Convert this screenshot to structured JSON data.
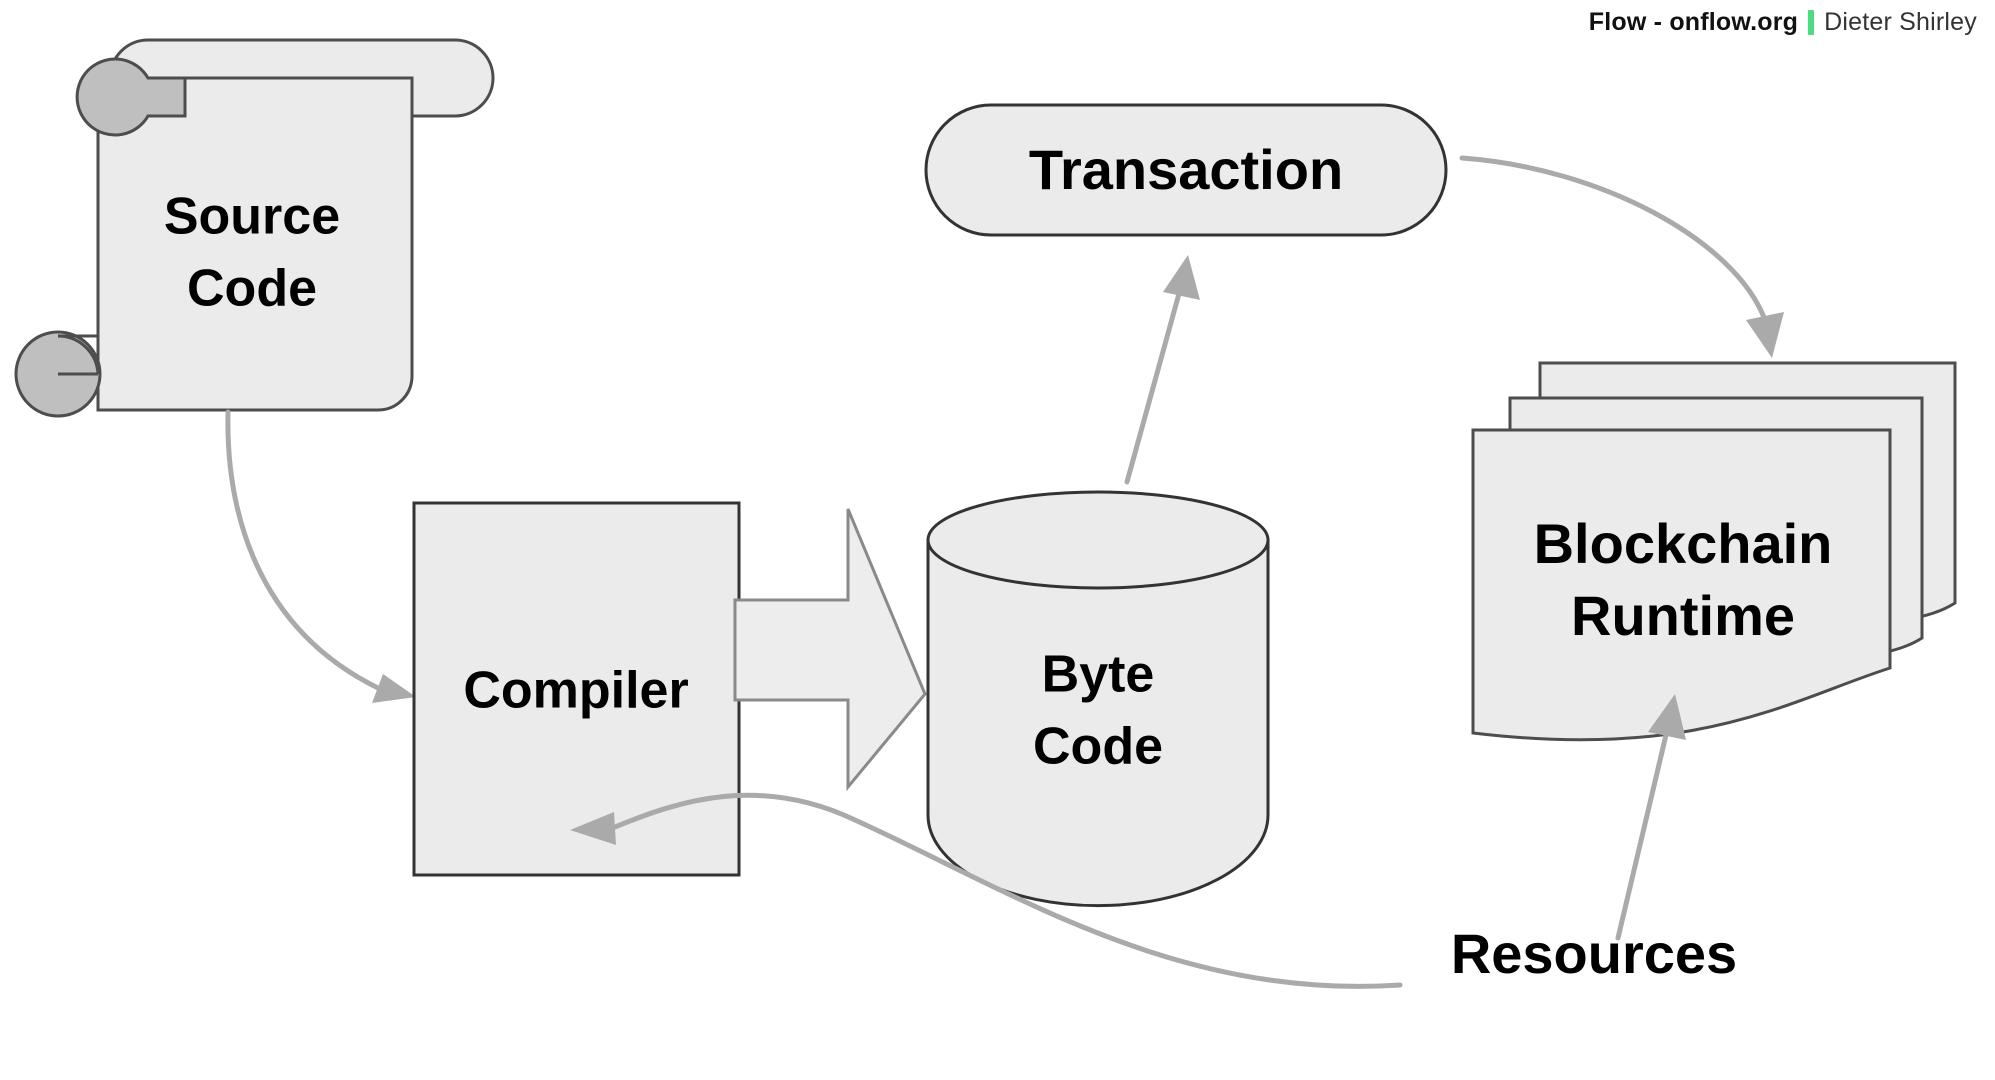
{
  "header": {
    "source_label": "Flow - onflow.org",
    "separator_icon": "green-bar-icon",
    "author_label": "Dieter Shirley"
  },
  "diagram": {
    "title": "Flow architecture flow diagram",
    "background_color": "#ffffff",
    "node_fill": "#ebebeb",
    "node_stroke": "#4d4d4d",
    "connector_color": "#aaaaaa",
    "accent_color": "#4cdd80",
    "nodes": [
      {
        "id": "source-code",
        "shape": "scroll",
        "label_line1": "Source",
        "label_line2": "Code"
      },
      {
        "id": "compiler",
        "shape": "rectangle",
        "label_line1": "Compiler",
        "label_line2": ""
      },
      {
        "id": "byte-code",
        "shape": "cylinder",
        "label_line1": "Byte",
        "label_line2": "Code"
      },
      {
        "id": "transaction",
        "shape": "stadium",
        "label_line1": "Transaction",
        "label_line2": ""
      },
      {
        "id": "blockchain-runtime",
        "shape": "stacked-documents",
        "label_line1": "Blockchain",
        "label_line2": "Runtime"
      },
      {
        "id": "resources",
        "shape": "text",
        "label_line1": "Resources",
        "label_line2": ""
      }
    ],
    "connectors": [
      {
        "id": "source-to-compiler",
        "from": "source-code",
        "to": "compiler",
        "style": "curved-arrow"
      },
      {
        "id": "compiler-to-bytecode",
        "from": "compiler",
        "to": "byte-code",
        "style": "block-arrow"
      },
      {
        "id": "bytecode-to-transaction",
        "from": "byte-code",
        "to": "transaction",
        "style": "straight-arrow"
      },
      {
        "id": "transaction-to-runtime",
        "from": "transaction",
        "to": "blockchain-runtime",
        "style": "curved-arrow"
      },
      {
        "id": "resources-to-runtime",
        "from": "resources",
        "to": "blockchain-runtime",
        "style": "straight-arrow"
      },
      {
        "id": "resources-to-compiler",
        "from": "resources",
        "to": "compiler",
        "style": "s-curve-arrow"
      }
    ]
  }
}
